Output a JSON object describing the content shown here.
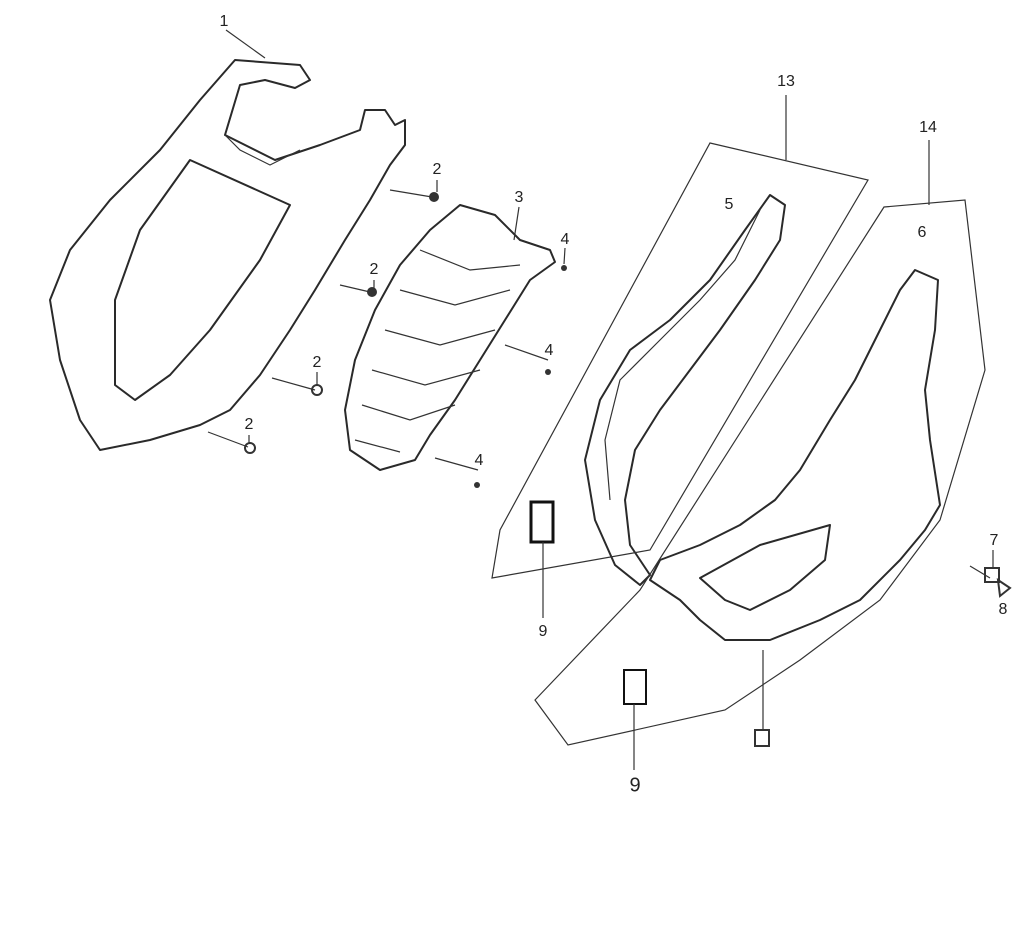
{
  "diagram": {
    "callouts": [
      {
        "id": "c1",
        "text": "1"
      },
      {
        "id": "c2a",
        "text": "2"
      },
      {
        "id": "c2b",
        "text": "2"
      },
      {
        "id": "c2c",
        "text": "2"
      },
      {
        "id": "c2d",
        "text": "2"
      },
      {
        "id": "c3",
        "text": "3"
      },
      {
        "id": "c4a",
        "text": "4"
      },
      {
        "id": "c4b",
        "text": "4"
      },
      {
        "id": "c4c",
        "text": "4"
      },
      {
        "id": "c5",
        "text": "5"
      },
      {
        "id": "c6",
        "text": "6"
      },
      {
        "id": "c7",
        "text": "7"
      },
      {
        "id": "c8",
        "text": "8"
      },
      {
        "id": "c9a",
        "text": "9"
      },
      {
        "id": "c9b",
        "text": "9"
      },
      {
        "id": "c13",
        "text": "13"
      },
      {
        "id": "c14",
        "text": "14"
      }
    ]
  }
}
